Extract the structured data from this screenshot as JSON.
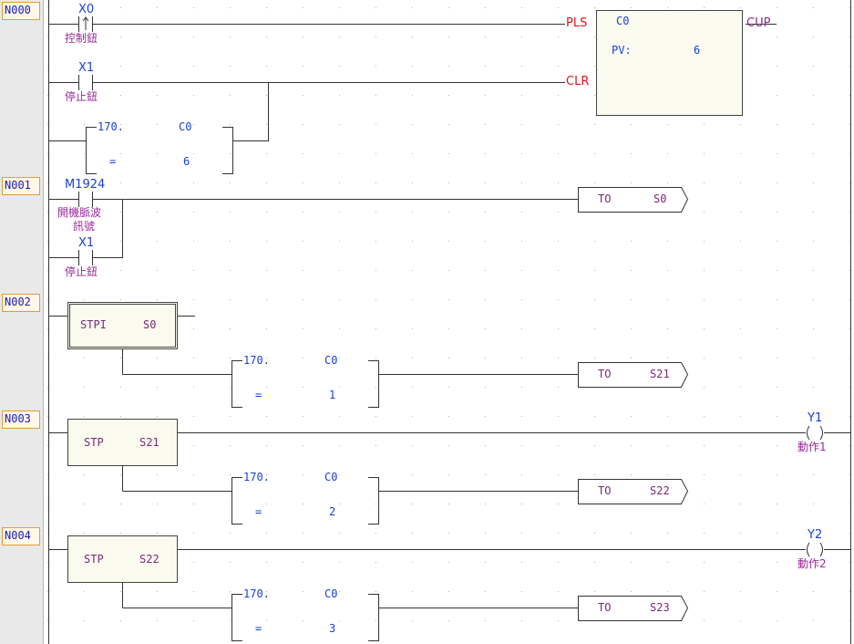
{
  "networks": [
    "N000",
    "N001",
    "N002",
    "N003",
    "N004"
  ],
  "counter": {
    "input_x0": {
      "device": "X0",
      "comment": "控制鈕"
    },
    "input_x1": {
      "device": "X1",
      "comment": "停止鈕"
    },
    "pls_label": "PLS",
    "clr_label": "CLR",
    "cup_label": "CUP",
    "counter_name": "C0",
    "pv_label": "PV:",
    "pv_value": "6",
    "compare": {
      "op": "170.",
      "operand": "C0",
      "sign": "=",
      "value": "6"
    }
  },
  "n001": {
    "m1924": {
      "device": "M1924",
      "comment_line1": "開機脈波",
      "comment_line2": "訊號"
    },
    "x1": {
      "device": "X1",
      "comment": "停止鈕"
    },
    "to": {
      "label": "TO",
      "target": "S0"
    }
  },
  "n002": {
    "stpi": {
      "label": "STPI",
      "state": "S0"
    },
    "compare": {
      "op": "170.",
      "operand": "C0",
      "sign": "=",
      "value": "1"
    },
    "to": {
      "label": "TO",
      "target": "S21"
    }
  },
  "n003": {
    "stp": {
      "label": "STP",
      "state": "S21"
    },
    "coil": {
      "device": "Y1",
      "comment": "動作1"
    },
    "compare": {
      "op": "170.",
      "operand": "C0",
      "sign": "=",
      "value": "2"
    },
    "to": {
      "label": "TO",
      "target": "S22"
    }
  },
  "n004": {
    "stp": {
      "label": "STP",
      "state": "S22"
    },
    "coil": {
      "device": "Y2",
      "comment": "動作2"
    },
    "compare": {
      "op": "170.",
      "operand": "C0",
      "sign": "=",
      "value": "3"
    },
    "to": {
      "label": "TO",
      "target": "S23"
    }
  }
}
